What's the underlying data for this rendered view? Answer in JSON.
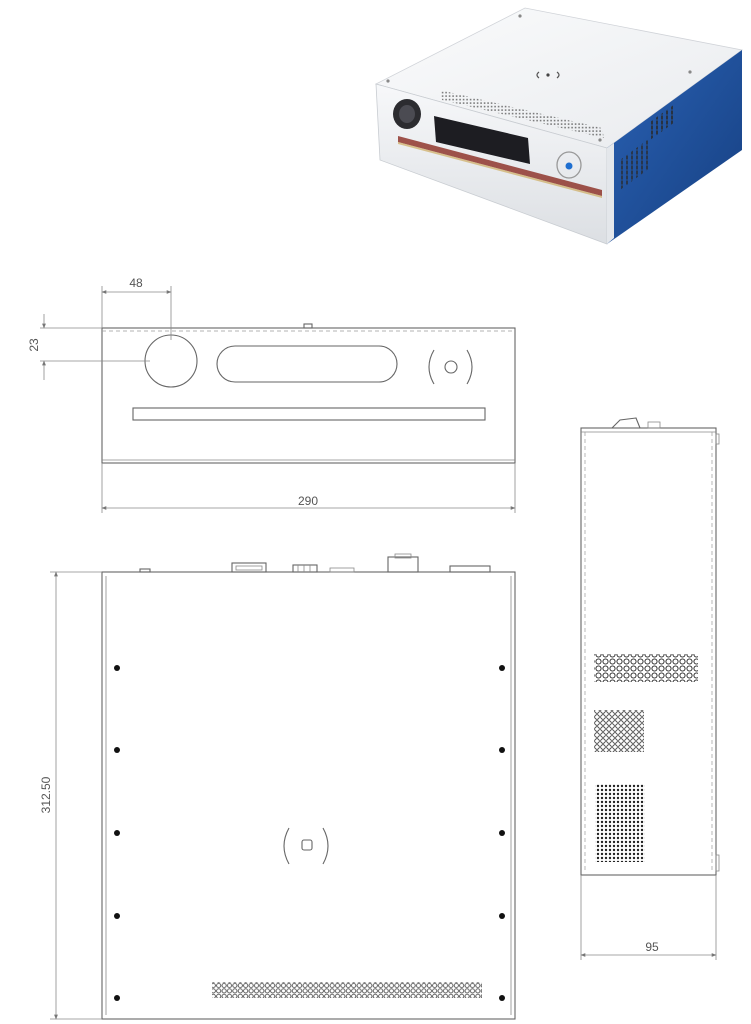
{
  "dimensions": {
    "logo_offset_x": "48",
    "logo_offset_y": "23",
    "front_width": "290",
    "top_depth": "312.50",
    "side_width": "95"
  },
  "colors": {
    "body_white": "#f4f5f7",
    "side_blue": "#1d4f9c",
    "line": "#666666"
  }
}
